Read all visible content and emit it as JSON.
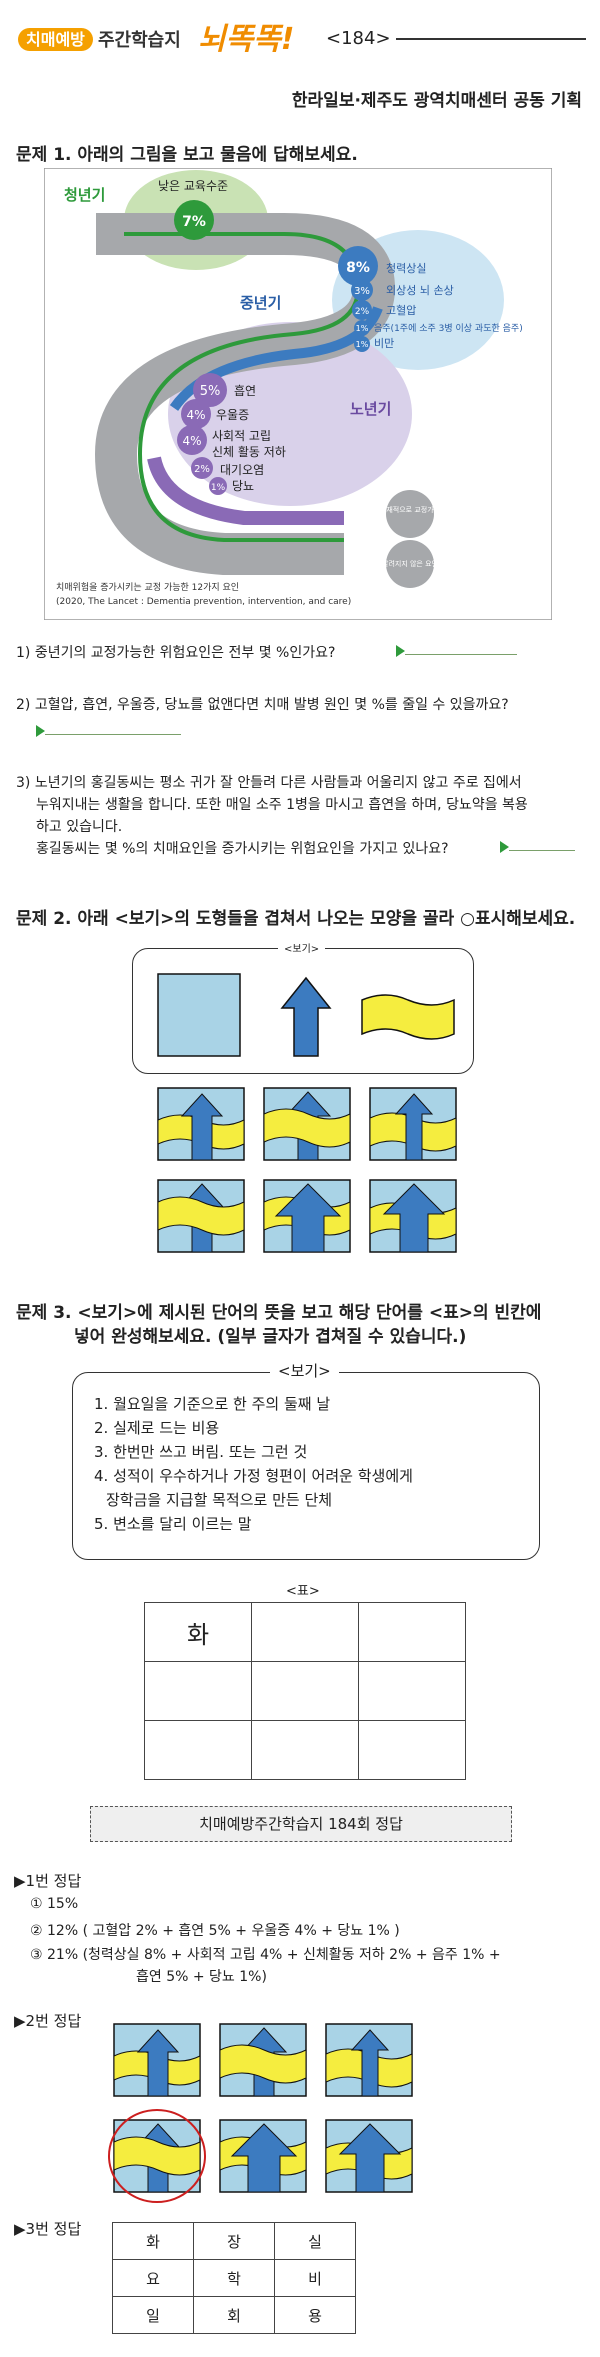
{
  "header": {
    "badge": "치매예방",
    "title": "주간학습지",
    "logo": "뇌똑똑!",
    "issue": "<184>",
    "subtitle": "한라일보·제주도 광역치매센터 공동 기획"
  },
  "q1": {
    "title": "문제 1. 아래의 그림을 보고 물음에 답해보세요.",
    "figure": {
      "youth": "청년기",
      "youth_pct": "7%",
      "youth_factor": "낮은 교육수준",
      "middle": "중년기",
      "middle_items": [
        {
          "pct": "8%",
          "label": "청력상실"
        },
        {
          "pct": "3%",
          "label": "외상성 뇌 손상"
        },
        {
          "pct": "2%",
          "label": "고혈압"
        },
        {
          "pct": "1%",
          "label": "음주(1주에 소주 3병 이상 과도한 음주)"
        },
        {
          "pct": "1%",
          "label": "비만"
        }
      ],
      "old": "노년기",
      "old_items": [
        {
          "pct": "5%",
          "label": "흡연"
        },
        {
          "pct": "4%",
          "label": "우울증"
        },
        {
          "pct": "4%",
          "label": "사회적 고립"
        },
        {
          "pct": "",
          "label": "신체 활동 저하"
        },
        {
          "pct": "2%",
          "label": "대기오염"
        },
        {
          "pct": "1%",
          "label": "당뇨"
        }
      ],
      "modifiable": "잠재적으로 교정가능",
      "unknown": "알려지지 않은 요인",
      "caption1": "치매위험을 증가시키는 교정 가능한 12가지 요인",
      "caption2": "(2020, The Lancet : Dementia prevention, intervention, and care)"
    },
    "sub1": "1) 중년기의 교정가능한 위험요인은 전부 몇 %인가요?",
    "sub2": "2) 고혈압, 흡연, 우울증, 당뇨를 없앤다면 치매 발병 원인 몇 %를 줄일 수 있을까요?",
    "sub3_line1": "3) 노년기의 홍길동씨는 평소 귀가 잘 안들려 다른 사람들과 어울리지 않고 주로 집에서",
    "sub3_line2": "누워지내는 생활을 합니다. 또한 매일 소주 1병을 마시고 흡연을 하며, 당뇨약을 복용",
    "sub3_line3": "하고 있습니다.",
    "sub3_line4": "홍길동씨는 몇 %의 치매요인을 증가시키는 위험요인을 가지고 있나요?"
  },
  "q2": {
    "title": "문제 2. 아래 <보기>의 도형들을 겹쳐서 나오는 모양을 골라 ○표시해보세요.",
    "legend": "<보기>"
  },
  "q3": {
    "title_line1": "문제 3. <보기>에 제시된 단어의 뜻을 보고 해당 단어를 <표>의 빈칸에",
    "title_line2": "넣어 완성해보세요. (일부 글자가 겹쳐질 수 있습니다.)",
    "legend": "<보기>",
    "items": [
      "1. 월요일을 기준으로 한 주의 둘째 날",
      "2. 실제로 드는 비용",
      "3. 한번만 쓰고 버림. 또는 그런 것",
      "4. 성적이 우수하거나 가정 형편이 어려운 학생에게",
      "장학금을 지급할 목적으로 만든 단체",
      "5. 변소를 달리 이르는 말"
    ],
    "table_label": "<표>",
    "table_first": "화"
  },
  "answers": {
    "banner": "치매예방주간학습지 184회 정답",
    "a1_title": "▶1번 정답",
    "a1_1": "① 15%",
    "a1_2": "② 12% ( 고혈압 2% + 흡연 5% + 우울증 4% + 당뇨 1% )",
    "a1_3a": "③ 21% (청력상실 8% + 사회적 고립 4% + 신체활동 저하 2% + 음주 1% +",
    "a1_3b": "흡연 5% + 당뇨 1%)",
    "a2_title": "▶2번 정답",
    "a3_title": "▶3번 정답",
    "grid": [
      [
        "화",
        "장",
        "실"
      ],
      [
        "요",
        "학",
        "비"
      ],
      [
        "일",
        "회",
        "용"
      ]
    ]
  },
  "colors": {
    "green": "#2e9a3b",
    "blue": "#3c7bc0",
    "yellow": "#f5ed3f",
    "lightblue": "#a9d3e6",
    "purple": "#8a6ab6",
    "orange": "#f5a000"
  }
}
